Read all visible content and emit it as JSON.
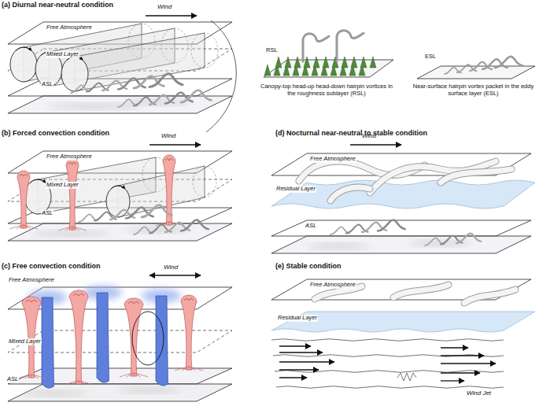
{
  "diagram": {
    "labels": [
      "(a) Diurnal near-neutral condition",
      "Wind",
      "Free Atmosphere",
      "Mixed Layer",
      "ASL",
      "RSL",
      "Canopy-top head-up head-down hairpin vortices in the roughness sublayer (RSL)",
      "ESL",
      "Near-surface hairpin vortex packet in the eddy surface layer (ESL)",
      "(b) Forced convection condition",
      "Wind",
      "Free Atmosphere",
      "Mixed Layer",
      "ASL",
      "(c) Free convection condition",
      "Wind",
      "Free Atmosphere",
      "Mixed Layer",
      "ASL",
      "(d) Nocturnal near-neutral to stable condition",
      "Wind",
      "Free Atmosphere",
      "Residual Layer",
      "ASL",
      "(e) Stable condition",
      "Free Atmosphere",
      "Residual Layer",
      "Wind Jet"
    ]
  }
}
